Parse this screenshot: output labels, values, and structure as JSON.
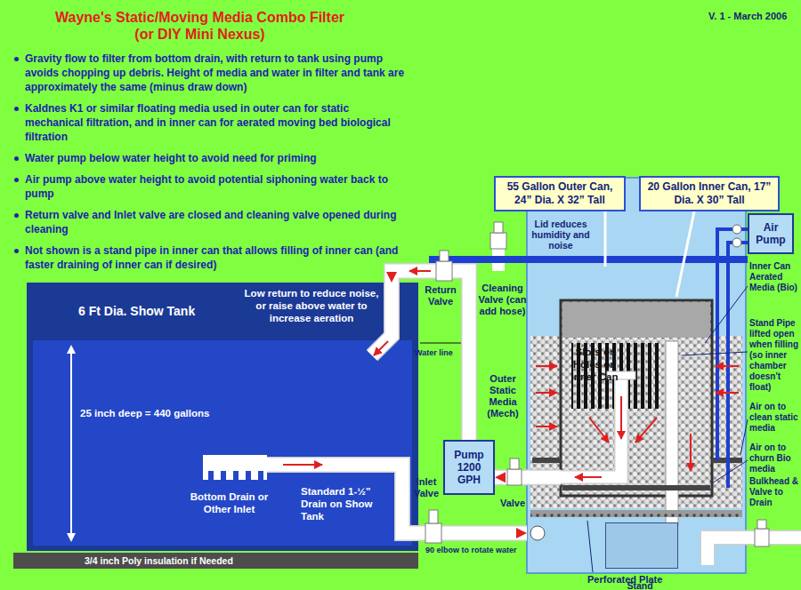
{
  "diagram": {
    "title": "Wayne's Static/Moving Media Combo Filter (or DIY Mini Nexus)",
    "nodes": [
      {
        "text": [
          "6 Ft Dia. Show Tank"
        ]
      },
      {
        "text": [
          "3/4 inch Poly insulation if Needed"
        ]
      },
      {
        "text": [
          "Pump 1200 GPH"
        ]
      },
      {
        "text": [
          "55 Gallon Outer Can, 24” Dia. X 32” Tall"
        ]
      },
      {
        "text": [
          "20 Gallon Inner Can, 17” Dia. X 30” Tall"
        ]
      },
      {
        "text": [
          "Lid reduces humidity and noise"
        ]
      },
      {
        "text": [
          "Slots or Holes on Inner Can"
        ],
        "in": 5
      },
      {
        "text": [
          "Stand"
        ],
        "in": 5
      },
      {
        "text": [
          "Air Pump"
        ]
      }
    ],
    "edges": [
      {
        "from": 0,
        "to": 5,
        "arrow": "to"
      },
      {
        "from": 6,
        "to": 2,
        "arrow": "to"
      },
      {
        "from": 2,
        "to": 0,
        "arrow": "to"
      }
    ],
    "labels": [
      "V. 1 - March 2006",
      "Gravity flow to filter from bottom drain, with return to tank using pump avoids chopping up debris. Height of media and water in filter and tank are approximately the same (minus draw down)",
      "Kaldnes K1 or similar floating media used in outer can for static mechanical filtration, and in inner can for aerated moving bed biological filtration",
      "Water pump below water height to avoid need for priming",
      "Air pump above water height to avoid potential siphoning water back to pump",
      "Return valve and Inlet valve are closed and cleaning valve opened during cleaning",
      "Not shown is a stand pipe in inner can that allows filling of inner can (and faster draining of inner can if desired)",
      "Low return to reduce noise, or raise above water to increase aeration",
      "25 inch deep = 440 gallons",
      "Bottom Drain or Other Inlet",
      "Standard 1-½” Drain on Show Tank",
      "Inlet Valve",
      "Return Valve",
      "Cleaning Valve (can add hose)",
      "Water line",
      "Outer Static Media (Mech)",
      "Valve",
      "90 elbow to rotate water",
      "Perforated Plate",
      "Inner Can Aerated Media (Bio)",
      "Stand Pipe lifted open when filling (so inner chamber doesn't float)",
      "Air on to clean static media",
      "Air on to churn Bio media",
      "Bulkhead & Valve to Drain"
    ]
  }
}
